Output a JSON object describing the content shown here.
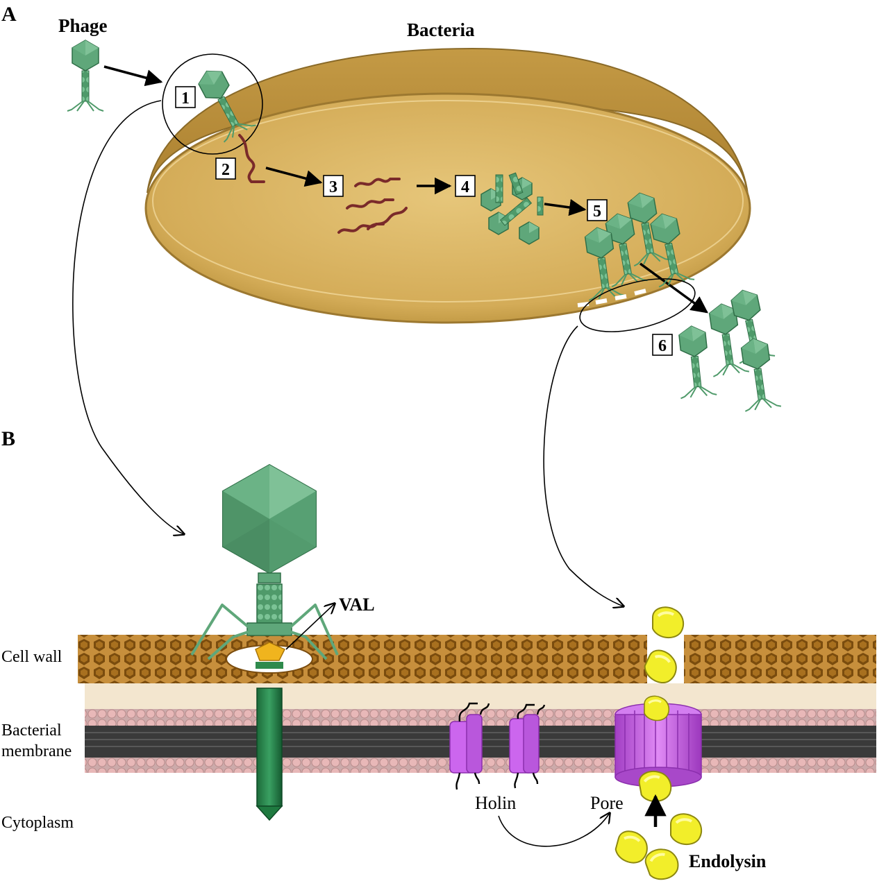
{
  "panels": {
    "a": "A",
    "b": "B"
  },
  "panel_a": {
    "phage_label": "Phage",
    "bacteria_label": "Bacteria",
    "steps": [
      "1",
      "2",
      "3",
      "4",
      "5",
      "6"
    ]
  },
  "panel_b": {
    "val_label": "VAL",
    "layers": {
      "cell_wall": "Cell wall",
      "membrane_line1": "Bacterial",
      "membrane_line2": "membrane",
      "cytoplasm": "Cytoplasm"
    },
    "holin_label": "Holin",
    "pore_label": "Pore",
    "endolysin_label": "Endolysin"
  },
  "colors": {
    "bacteria_fill": "#d9b564",
    "bacteria_rim": "#b8903a",
    "phage_green": "#5fa77a",
    "dna_red": "#7a2a2a",
    "cell_wall_brown": "#8a5a14",
    "membrane_pink": "#e8b8b8",
    "holin_purple": "#cc66ee",
    "endolysin_yellow": "#f2ee2a"
  }
}
